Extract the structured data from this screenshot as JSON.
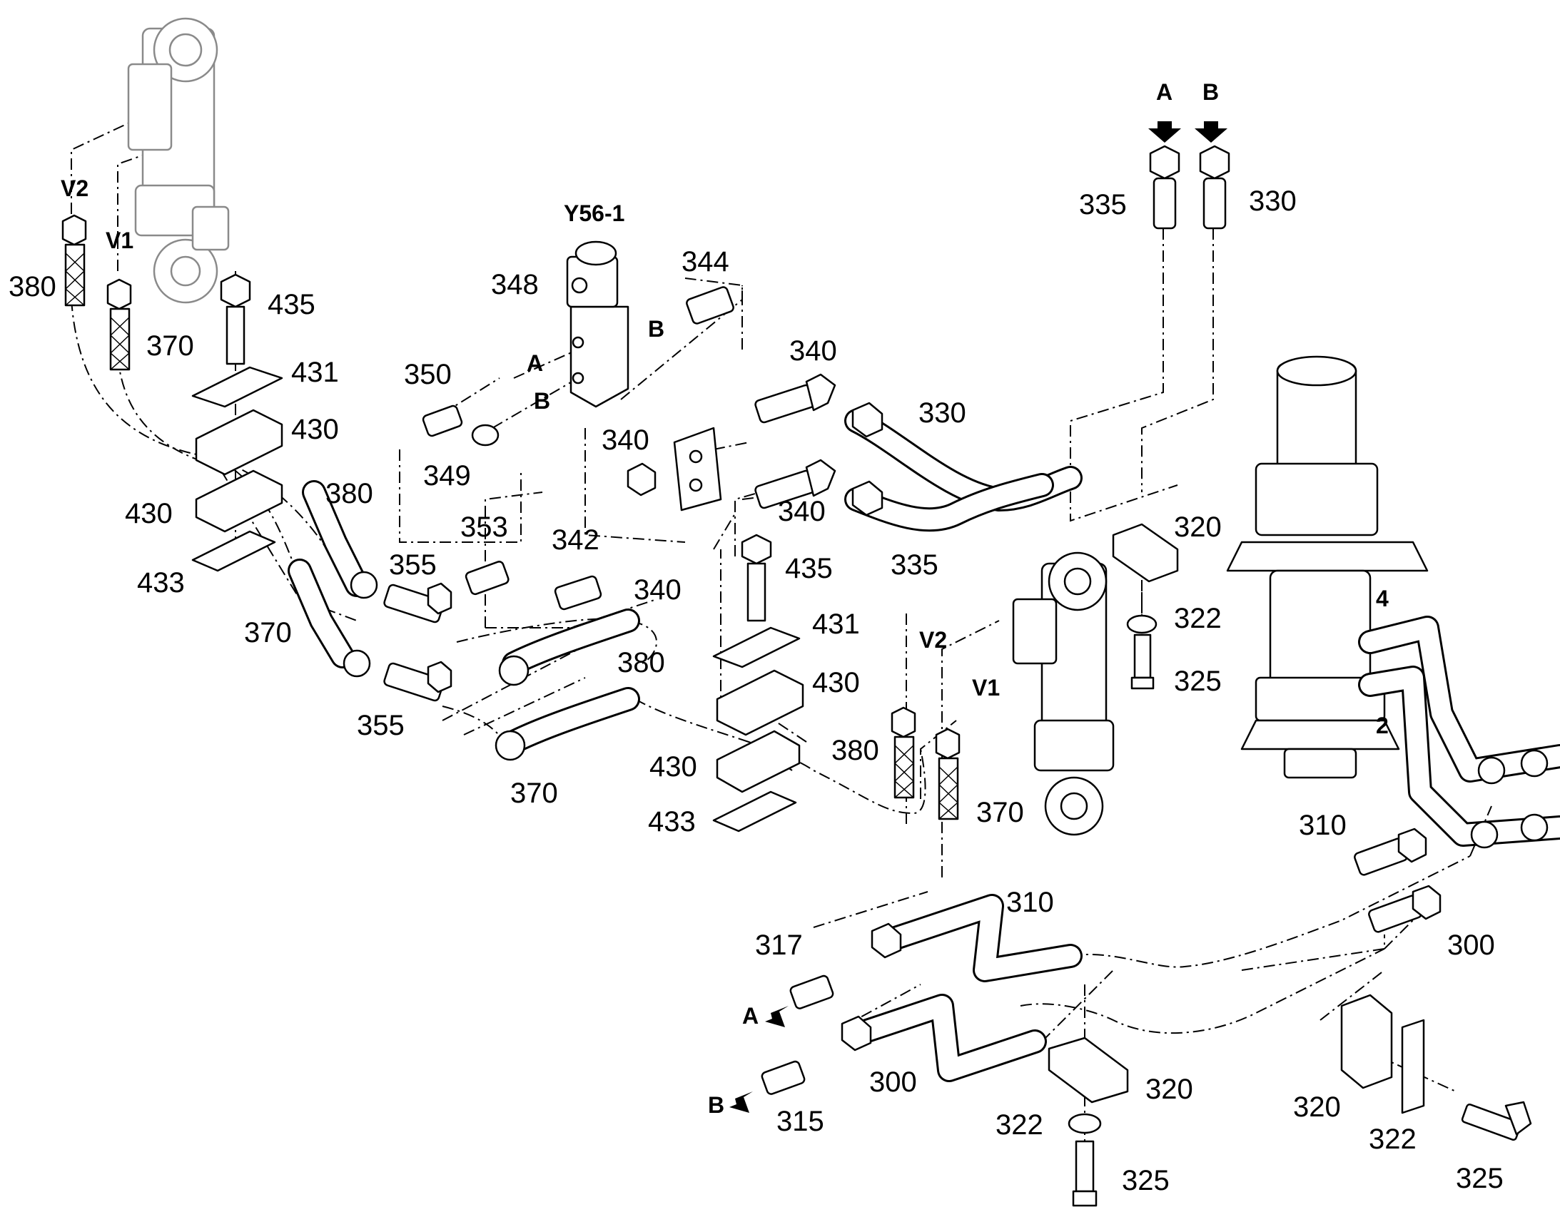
{
  "callouts": {
    "c380_a": "380",
    "c370_a": "370",
    "c435_a": "435",
    "c431_a": "431",
    "c430_a": "430",
    "c430_b": "430",
    "c433_a": "433",
    "c380_b": "380",
    "c370_b": "370",
    "c355_a": "355",
    "c355_b": "355",
    "c370_c": "370",
    "c350": "350",
    "c349": "349",
    "c353": "353",
    "c348": "348",
    "c344": "344",
    "c340_a": "340",
    "c340_b": "340",
    "c340_c": "340",
    "c340_d": "340",
    "c342": "342",
    "c330_a": "330",
    "c335_a": "335",
    "c335_b": "335",
    "c330_b": "330",
    "c320_a": "320",
    "c322_a": "322",
    "c325_a": "325",
    "c435_b": "435",
    "c431_b": "431",
    "c430_c": "430",
    "c430_d": "430",
    "c433_b": "433",
    "c380_c": "380",
    "c380_d": "380",
    "c370_d": "370",
    "c4": "4",
    "c2": "2",
    "c310_a": "310",
    "c300_a": "300",
    "c310_b": "310",
    "c317": "317",
    "c315": "315",
    "c300_b": "300",
    "c320_b": "320",
    "c322_b": "322",
    "c325_b": "325",
    "c320_c": "320",
    "c322_c": "322",
    "c325_c": "325"
  },
  "tags": {
    "v2_left": "V2",
    "v1_left": "V1",
    "v2_right": "V2",
    "v1_right": "V1",
    "valve_id": "Y56-1",
    "port_a_valve": "A",
    "port_b_valve": "B",
    "port_b_right": "B",
    "port_a_top": "A",
    "port_b_top": "B",
    "port_a_bottom": "A",
    "port_b_bottom": "B"
  }
}
